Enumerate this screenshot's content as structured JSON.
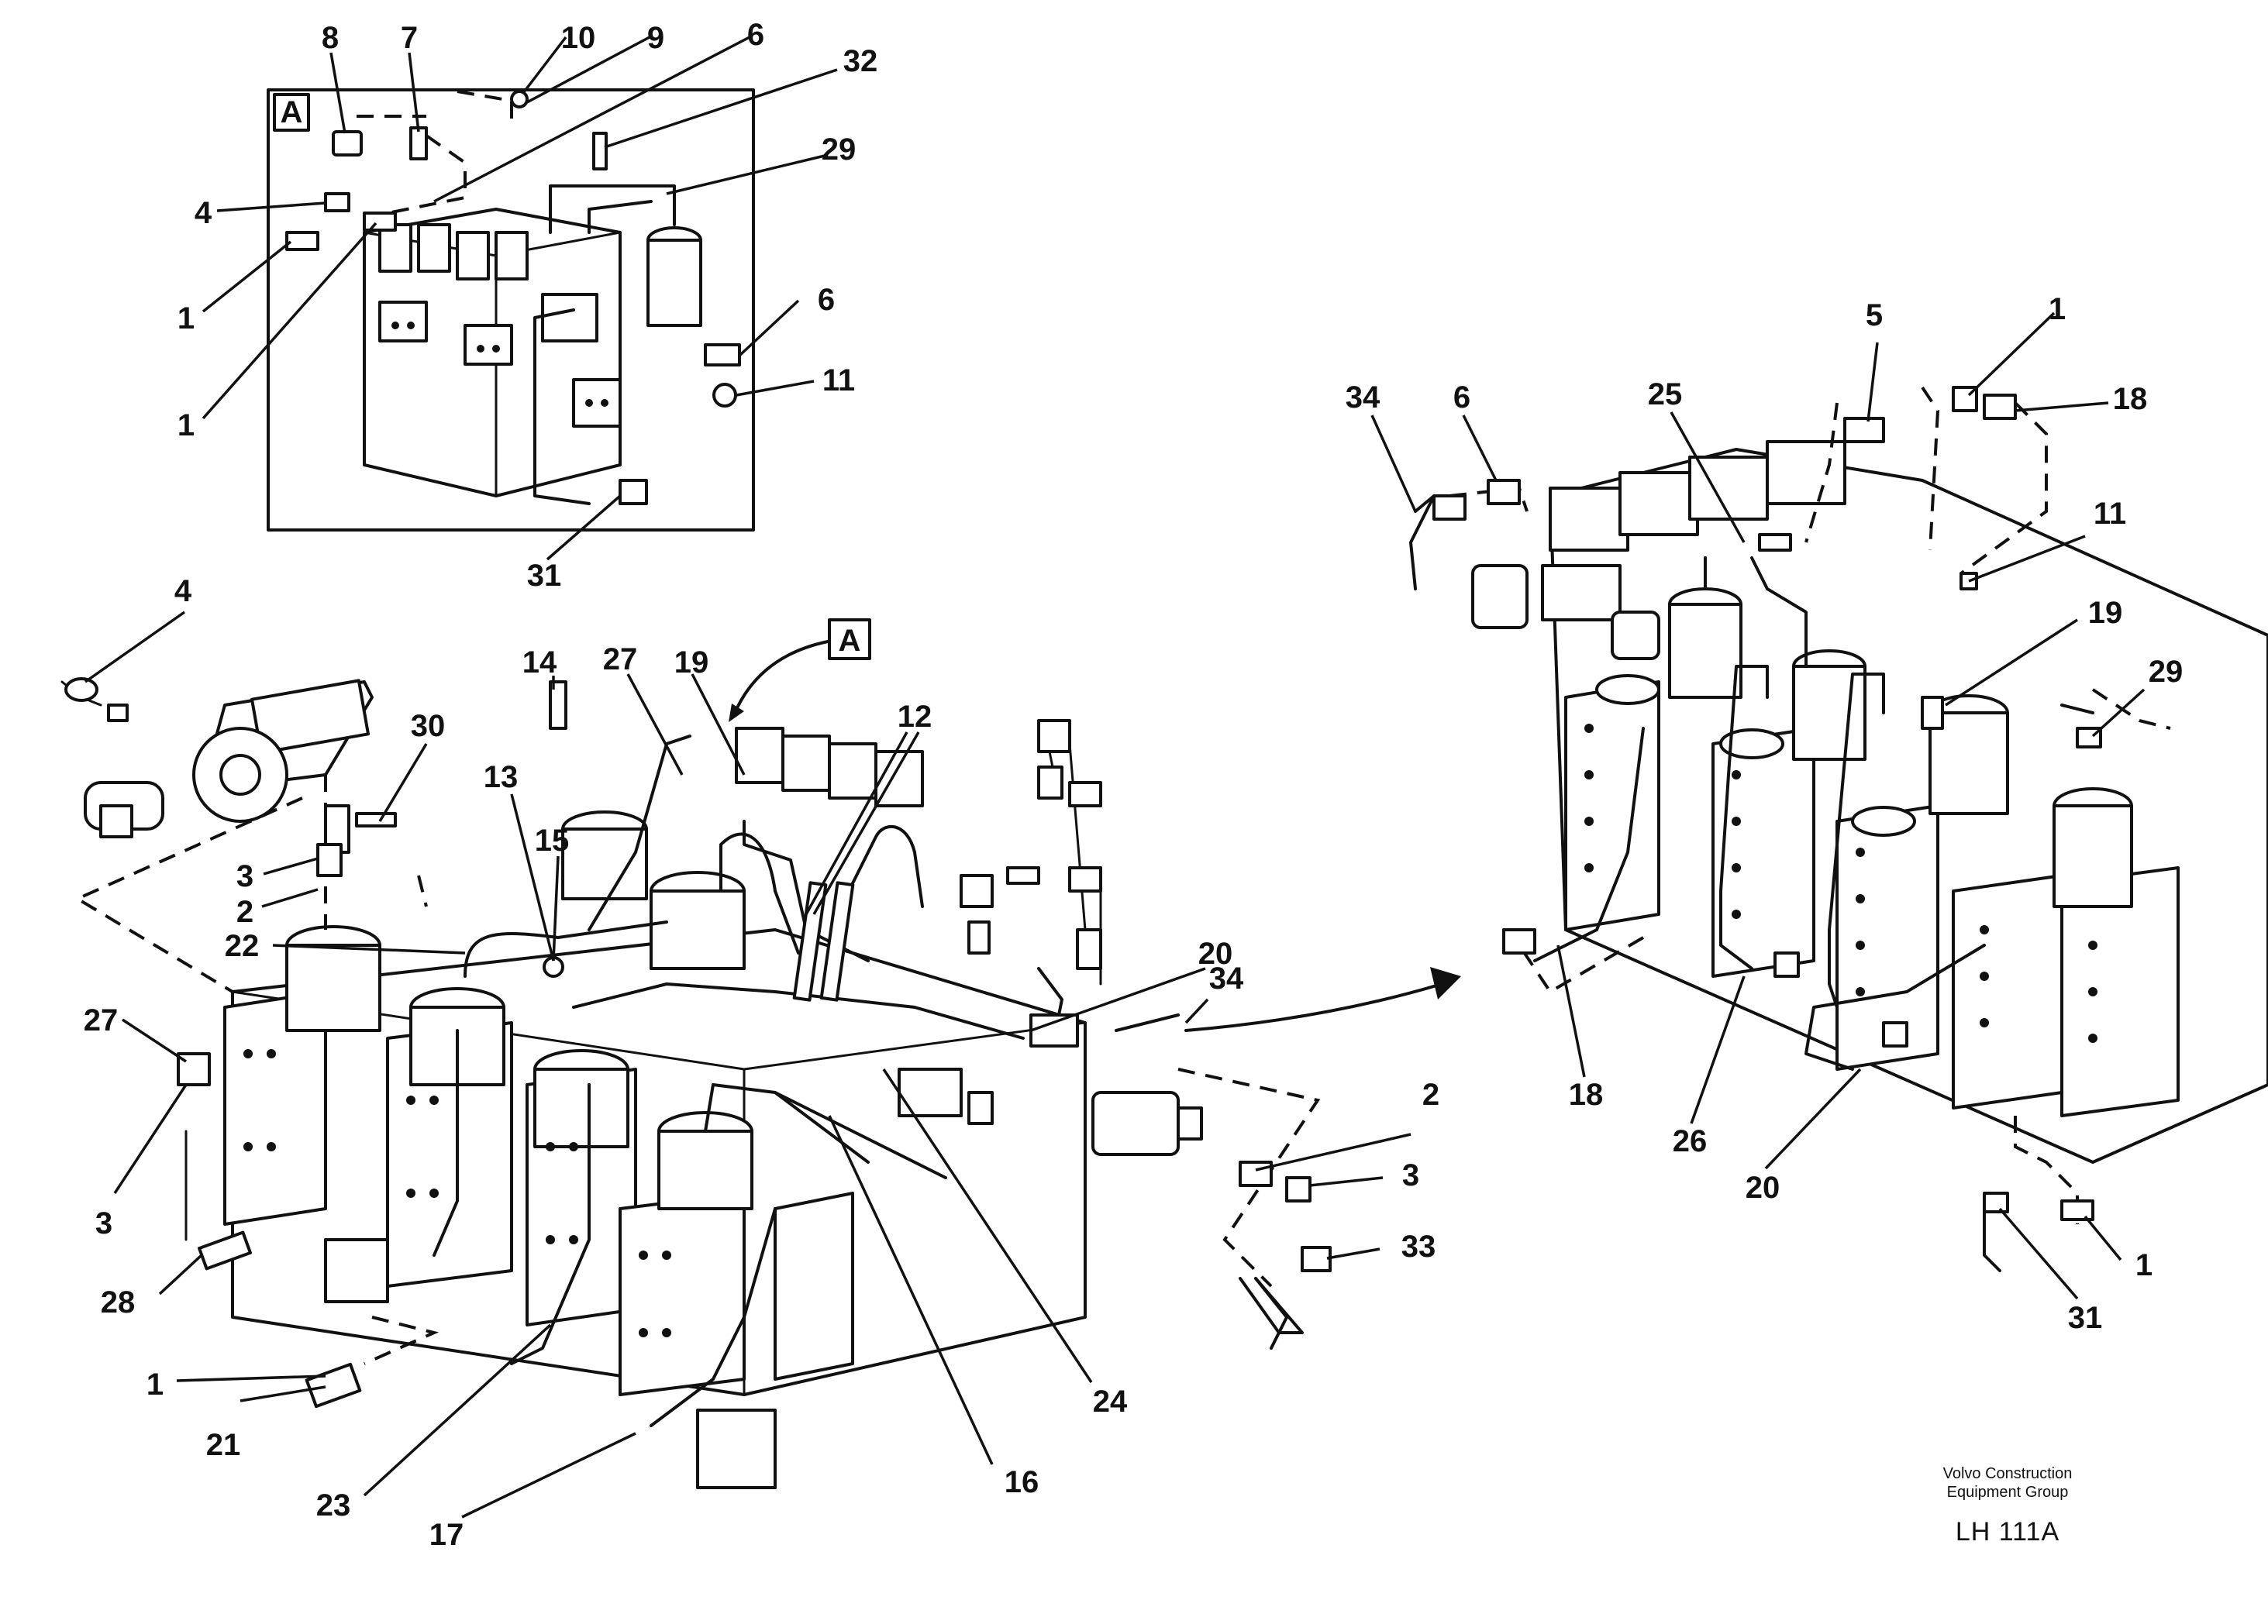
{
  "detail_label": "A",
  "inset_callouts": [
    "8",
    "7",
    "10",
    "9",
    "6",
    "32",
    "29",
    "4",
    "1",
    "1",
    "6",
    "11",
    "31"
  ],
  "main_callouts": [
    "4",
    "14",
    "27",
    "19",
    "12",
    "30",
    "13",
    "15",
    "3",
    "2",
    "22",
    "27",
    "3",
    "28",
    "1",
    "21",
    "23",
    "17",
    "16",
    "24",
    "20",
    "34",
    "2",
    "3",
    "33"
  ],
  "right_callouts": [
    "34",
    "6",
    "25",
    "5",
    "1",
    "18",
    "11",
    "19",
    "29",
    "18",
    "26",
    "20",
    "1",
    "31"
  ],
  "footer": {
    "org_line1": "Volvo Construction",
    "org_line2": "Equipment Group",
    "code": "LH 111A"
  }
}
